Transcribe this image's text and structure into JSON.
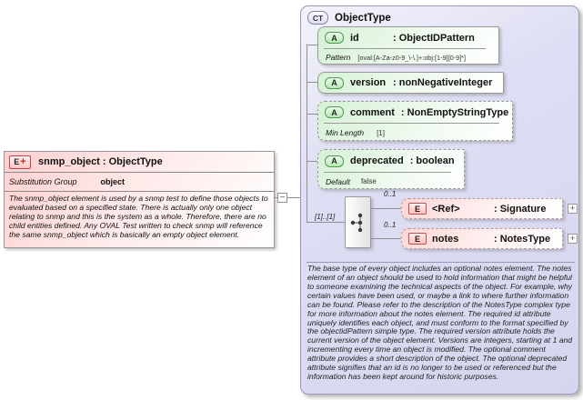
{
  "icons": {
    "element": "E",
    "attribute": "A",
    "complex_type": "CT",
    "plus": "+",
    "minus": "−"
  },
  "left_element": {
    "title": "snmp_object : ObjectType",
    "substitution_label": "Substitution Group",
    "substitution_value": "object",
    "description": "The snmp_object element is used by a snmp test to define those objects to evaluated based on a specified state. There is actually only one object relating to snmp and this is the system as a whole. Therefore, there are no child entities defined. Any OVAL Test written to check snmp will reference the same snmp_object which is basically an empty object element."
  },
  "complex_type": {
    "badge": "CT",
    "title": "ObjectType",
    "attributes": [
      {
        "name": "id",
        "type": ": ObjectIDPattern",
        "facet_label": "Pattern",
        "facet_value": "[oval:[A-Za-z0-9_\\-\\.]+:obj:[1-9][0-9]*]"
      },
      {
        "name": "version",
        "type": ": nonNegativeInteger"
      },
      {
        "name": "comment",
        "type": ": NonEmptyStringType",
        "facet_label": "Min Length",
        "facet_value": "[1]"
      },
      {
        "name": "deprecated",
        "type": ": boolean",
        "facet_label": "Default",
        "facet_value": "false"
      }
    ],
    "sequence": {
      "cardinality": "[1]..[1]",
      "children": [
        {
          "occurs": "0..1",
          "name": "<Ref>",
          "type": ": Signature"
        },
        {
          "occurs": "0..1",
          "name": "notes",
          "type": ": NotesType"
        }
      ]
    },
    "description": "The base type of every object includes an optional notes element. The notes element of an object should be used to hold information that might be helpful to someone examining the technical aspects of the object. For example, why certain values have been used, or maybe a link to where further information can be found. Please refer to the description of the NotesType complex type for more information about the notes element. The required id attribute uniquely identifies each object, and must conform to the format specified by the objectidPattern simple type. The required version attribute holds the current version of the object element. Versions are integers, starting at 1 and incrementing every time an object is modified. The optional comment attribute provides a short description of the object. The optional deprecated attribute signifies that an id is no longer to be used or referenced but the information has been kept around for historic purposes."
  }
}
